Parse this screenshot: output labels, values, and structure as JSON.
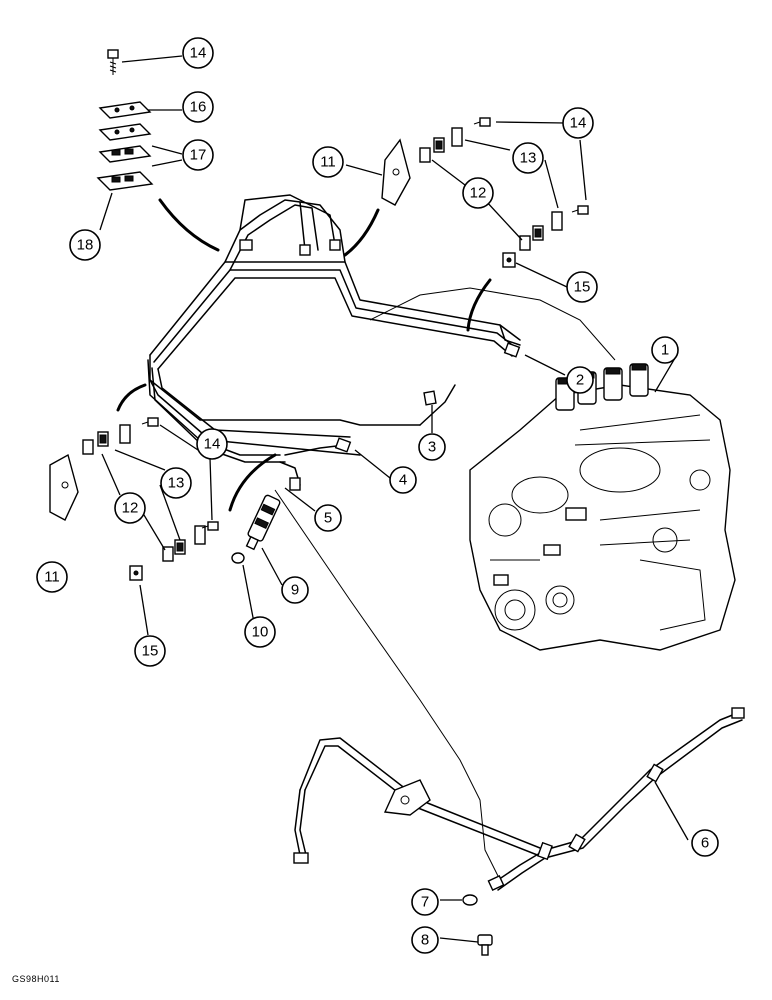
{
  "figure_code": "GS98H011",
  "callouts": [
    {
      "label": "1"
    },
    {
      "label": "2"
    },
    {
      "label": "3"
    },
    {
      "label": "4"
    },
    {
      "label": "5"
    },
    {
      "label": "6"
    },
    {
      "label": "7"
    },
    {
      "label": "8"
    },
    {
      "label": "9"
    },
    {
      "label": "10"
    },
    {
      "label": "11"
    },
    {
      "label": "11"
    },
    {
      "label": "12"
    },
    {
      "label": "12"
    },
    {
      "label": "13"
    },
    {
      "label": "13"
    },
    {
      "label": "14"
    },
    {
      "label": "14"
    },
    {
      "label": "14"
    },
    {
      "label": "15"
    },
    {
      "label": "15"
    },
    {
      "label": "16"
    },
    {
      "label": "17"
    },
    {
      "label": "18"
    }
  ]
}
